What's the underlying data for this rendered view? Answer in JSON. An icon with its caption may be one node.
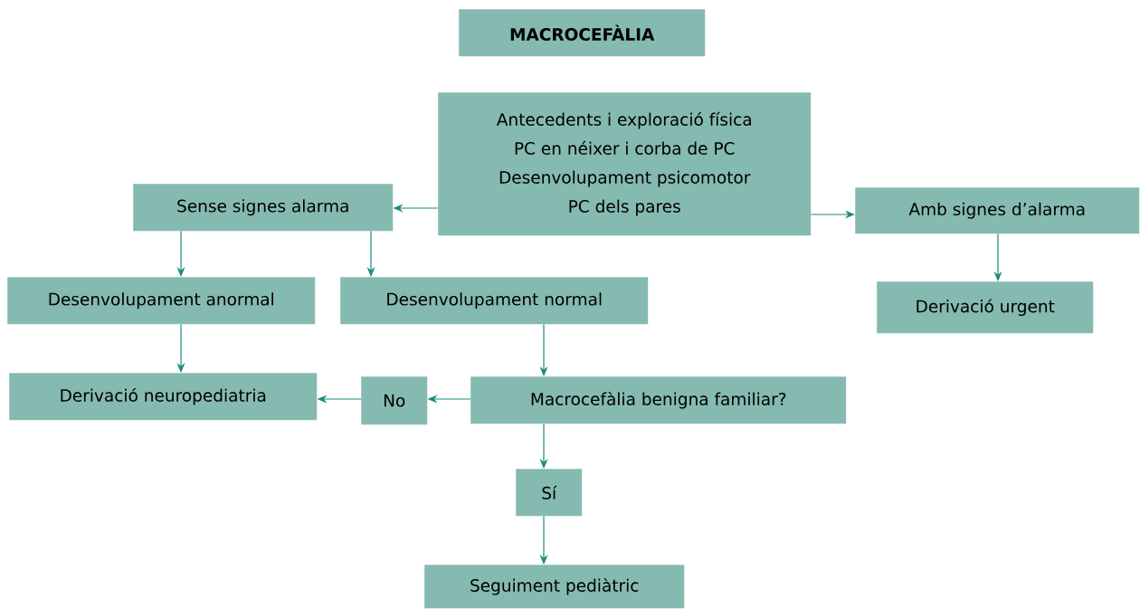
{
  "diagram": {
    "nodes": [
      {
        "text": [
          "MACROCEFÀLIA"
        ]
      },
      {
        "text": [
          "Antecedents i exploració física",
          "PC en néixer i corba de PC",
          "Desenvolupament psicomotor",
          "PC dels pares"
        ]
      },
      {
        "text": [
          "Sense signes alarma"
        ]
      },
      {
        "text": [
          "Amb signes d’alarma"
        ]
      },
      {
        "text": [
          "Desenvolupament anormal"
        ]
      },
      {
        "text": [
          "Desenvolupament normal"
        ]
      },
      {
        "text": [
          "Derivació urgent"
        ]
      },
      {
        "text": [
          "Derivació neuropediatria"
        ]
      },
      {
        "text": [
          "No"
        ]
      },
      {
        "text": [
          "Macrocefàlia benigna familiar?"
        ]
      },
      {
        "text": [
          "Sí"
        ]
      },
      {
        "text": [
          "Seguiment pediàtric"
        ]
      }
    ],
    "edges": [
      {
        "from": 1,
        "to": 2,
        "arrow": "to"
      },
      {
        "from": 1,
        "to": 3,
        "arrow": "to"
      },
      {
        "from": 2,
        "to": 4,
        "arrow": "to"
      },
      {
        "from": 2,
        "to": 5,
        "arrow": "to"
      },
      {
        "from": 3,
        "to": 6,
        "arrow": "to"
      },
      {
        "from": 4,
        "to": 7,
        "arrow": "to"
      },
      {
        "from": 5,
        "to": 9,
        "arrow": "to"
      },
      {
        "from": 9,
        "to": 8,
        "arrow": "to"
      },
      {
        "from": 8,
        "to": 7,
        "arrow": "to"
      },
      {
        "from": 9,
        "to": 10,
        "arrow": "to"
      },
      {
        "from": 10,
        "to": 11,
        "arrow": "to"
      }
    ]
  }
}
